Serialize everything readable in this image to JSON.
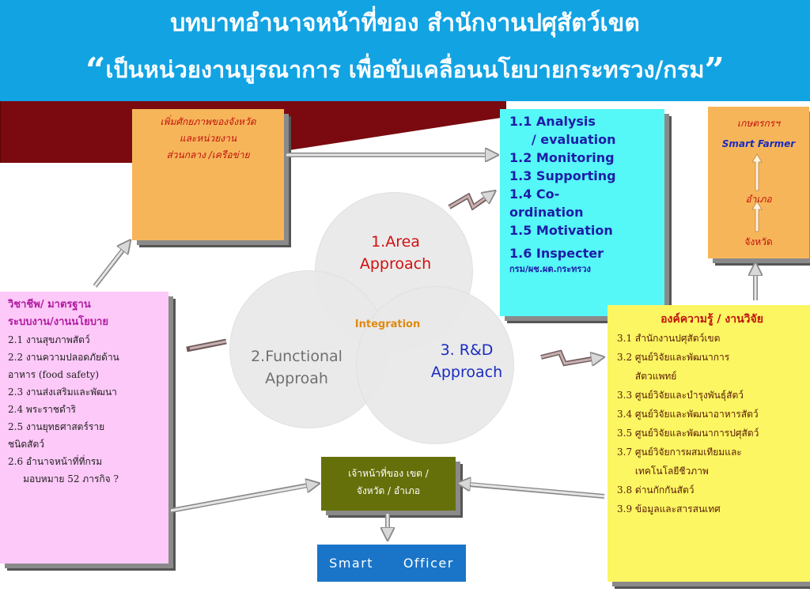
{
  "header": {
    "title_line1": "บทบาทอำนาจหน้าที่ของ สำนักงานปศุสัตว์เขต",
    "quote_open": "“",
    "title_line2": "เป็นหน่วยงานบูรณาการ เพื่อขับเคลื่อนนโยบายกระทรวง/กรม",
    "quote_close": "”"
  },
  "left_top_box": {
    "lines": [
      "เพิ่มศักยภาพของจังหวัด",
      "และหน่วยงาน",
      "ส่วนกลาง /เครือข่าย"
    ]
  },
  "analysis_box": {
    "lines": [
      "1.1 Analysis",
      "     / evaluation",
      "1.2 Monitoring",
      "1.3 Supporting",
      "1.4 Co-",
      "ordination",
      "1.5 Motivation",
      "1.6 Inspecter"
    ],
    "footer": "กรม/ผช.ผต.กระทรวง"
  },
  "right_top_box": {
    "top": "เกษตรกรฯ",
    "smart_farmer": "Smart  Farmer",
    "mid": "อำเภอ",
    "bottom": "จังหวัด"
  },
  "circles": {
    "area": [
      "1.Area",
      "Approach"
    ],
    "functional": [
      "2.Functional",
      "Approah"
    ],
    "rd": [
      "3. R&D",
      "Approach"
    ],
    "integration": "Integration"
  },
  "pink_box": {
    "heading1": "วิชาชีพ/ มาตรฐาน",
    "heading2": "ระบบงาน/งานนโยบาย",
    "items": [
      "2.1 งานสุขภาพสัตว์",
      "2.2 งานความปลอดภัยด้าน",
      "อาหาร (food safety)",
      "2.3 งานส่งเสริมและพัฒนา",
      "2.4 พระราชดำริ",
      "2.5 งานยุทธศาสตร์ราย",
      "ชนิดสัตว์",
      "2.6 อำนาจหน้าที่ที่กรม",
      "     มอบหมาย 52 ภารกิจ ?"
    ]
  },
  "yellow_box": {
    "heading": "องค์ความรู้ / งานวิจัย",
    "items": [
      "3.1 สำนักงานปศุสัตว์เขต",
      "3.2 ศูนย์วิจัยและพัฒนาการ",
      "      สัตวแพทย์",
      "3.3 ศูนย์วิจัยและบำรุงพันธุ์สัตว์",
      "3.4 ศูนย์วิจัยและพัฒนาอาหารสัตว์",
      "3.5 ศูนย์วิจัยและพัฒนาการปศุสัตว์",
      "3.7 ศูนย์วิจัยการผสมเทียมและ",
      "      เทคโนโลยีชีวภาพ",
      "3.8 ด่านกักกันสัตว์",
      "3.9 ข้อมูลและสารสนเทศ"
    ]
  },
  "olive_box": {
    "lines": [
      "เจ้าหน้าที่ของ เขต /",
      "จังหวัด / อำเภอ"
    ]
  },
  "smart_officer": {
    "label": "Smart   Officer"
  },
  "colors": {
    "header": "#12a3e3",
    "maroon": "#7a0a0f",
    "orange": "#f7b55a",
    "cyan": "#55f7f7",
    "pink": "#fdc9f8",
    "yellow": "#fbf662",
    "olive": "#66700a",
    "blue": "#1a75c9"
  }
}
